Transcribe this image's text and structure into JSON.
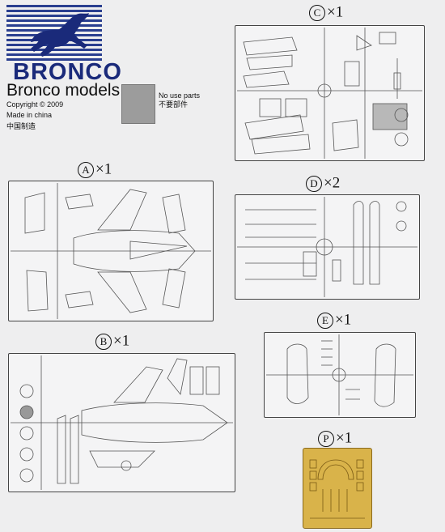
{
  "logo": {
    "brand": "BRONCO",
    "company": "Bronco models",
    "copyright": "Copyright © 2009",
    "made_in": "Made in china",
    "made_in_cn": "中国制造",
    "icon": "horse-icon"
  },
  "no_use": {
    "line1": "No use parts",
    "line2": "不要部件",
    "color": "#9c9c9c"
  },
  "sprues": [
    {
      "letter": "C",
      "qty": "×1"
    },
    {
      "letter": "A",
      "qty": "×1"
    },
    {
      "letter": "D",
      "qty": "×2"
    },
    {
      "letter": "E",
      "qty": "×1"
    },
    {
      "letter": "B",
      "qty": "×1"
    },
    {
      "letter": "P",
      "qty": "×1"
    }
  ],
  "colors": {
    "brand_blue": "#2a3f8f",
    "etch_gold": "#d9b34a"
  }
}
